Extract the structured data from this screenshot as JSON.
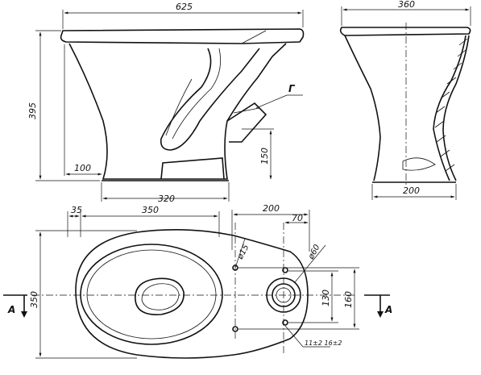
{
  "side_view": {
    "dim_length": "625",
    "dim_height": "395",
    "dim_outlet_offset": "100",
    "dim_base_width": "320",
    "dim_outlet_height": "150",
    "outlet_label": "Г"
  },
  "front_view": {
    "dim_width": "360",
    "dim_base_width": "200"
  },
  "plan_view": {
    "dim_offset_35": "35",
    "dim_bowl_length": "350",
    "dim_tank_zone": "200",
    "dim_hole_offset": "70",
    "dim_hole_dia": "ø15",
    "dim_outlet_dia": "ø60",
    "dim_spacing_130": "130",
    "dim_spacing_160": "160",
    "dim_width": "350",
    "dim_tolerance": "11±2  16±2",
    "section_left": "A",
    "section_right": "A"
  },
  "colors": {
    "line": "#111111",
    "background": "#ffffff"
  }
}
